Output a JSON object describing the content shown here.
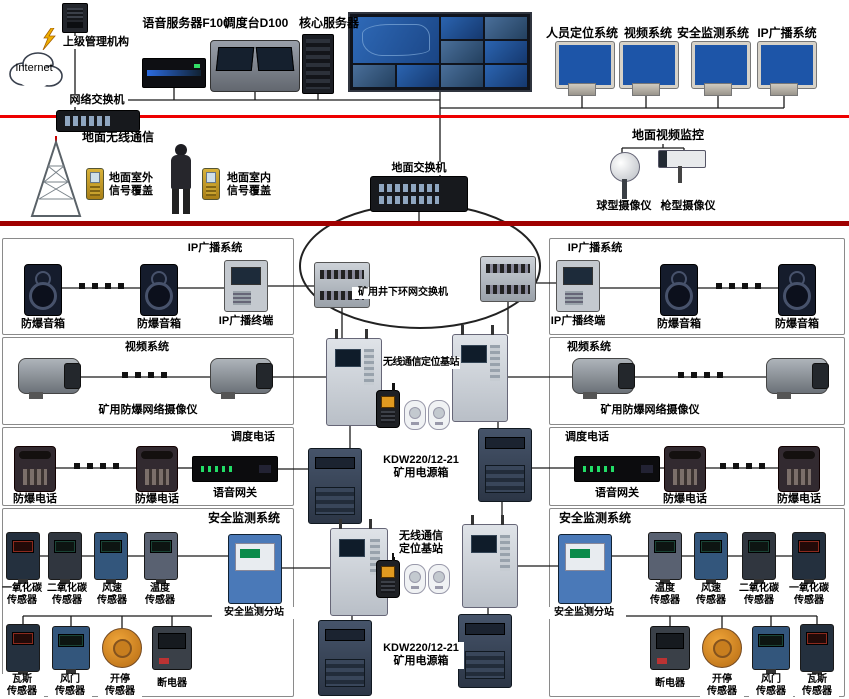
{
  "colors": {
    "red_line": "#ee0000",
    "dark_red_line": "#a00000"
  },
  "top": {
    "internet": "Internet",
    "management": "上级管理机构",
    "network_switch": "网络交换机",
    "voice_server": "语音服务器F100",
    "dispatch_console": "调度台D100",
    "core_server": "核心服务器",
    "monitors": [
      "人员定位系统",
      "视频系统",
      "安全监测系统",
      "IP广播系统"
    ]
  },
  "ground": {
    "wireless": "地面无线通信",
    "outdoor": [
      "地面室外",
      "信号覆盖"
    ],
    "indoor": [
      "地面室内",
      "信号覆盖"
    ],
    "switch": "地面交换机",
    "video": "地面视频监控",
    "dome": "球型摄像仪",
    "gun": "枪型摄像仪"
  },
  "center": {
    "ring": "矿用井下环网交换机",
    "base1": "无线通信定位基站",
    "base2": [
      "无线通信",
      "定位基站"
    ],
    "power_model": "KDW220/12-21",
    "power_name": "矿用电源箱"
  },
  "left": {
    "broadcast": {
      "title": "IP广播系统",
      "speaker": "防爆音箱",
      "terminal": "IP广播终端"
    },
    "video": {
      "title": "视频系统",
      "camera": "矿用防爆网络摄像仪"
    },
    "phone": {
      "title": "调度电话",
      "phone": "防爆电话",
      "gateway": "语音网关"
    },
    "safety": {
      "title": "安全监测系统",
      "station": "安全监测分站",
      "co": [
        "一氧化碳",
        "传感器"
      ],
      "co2": [
        "二氧化碳",
        "传感器"
      ],
      "wind": [
        "风速",
        "传感器"
      ],
      "temp": [
        "温度",
        "传感器"
      ],
      "gas": [
        "瓦斯",
        "传感器"
      ],
      "door": [
        "风门",
        "传感器"
      ],
      "onoff": [
        "开停",
        "传感器"
      ],
      "breaker": "断电器"
    }
  },
  "right": {
    "broadcast": {
      "title": "IP广播系统",
      "speaker": "防爆音箱",
      "terminal": "IP广播终端"
    },
    "video": {
      "title": "视频系统",
      "camera": "矿用防爆网络摄像仪"
    },
    "phone": {
      "title": "调度电话",
      "phone": "防爆电话",
      "gateway": "语音网关"
    },
    "safety": {
      "title": "安全监测系统",
      "station": "安全监测分站",
      "temp": [
        "温度",
        "传感器"
      ],
      "wind": [
        "风速",
        "传感器"
      ],
      "co2": [
        "二氧化碳",
        "传感器"
      ],
      "co": [
        "一氧化碳",
        "传感器"
      ],
      "breaker": "断电器",
      "onoff": [
        "开停",
        "传感器"
      ],
      "door": [
        "风门",
        "传感器"
      ],
      "gas": [
        "瓦斯",
        "传感器"
      ]
    }
  }
}
